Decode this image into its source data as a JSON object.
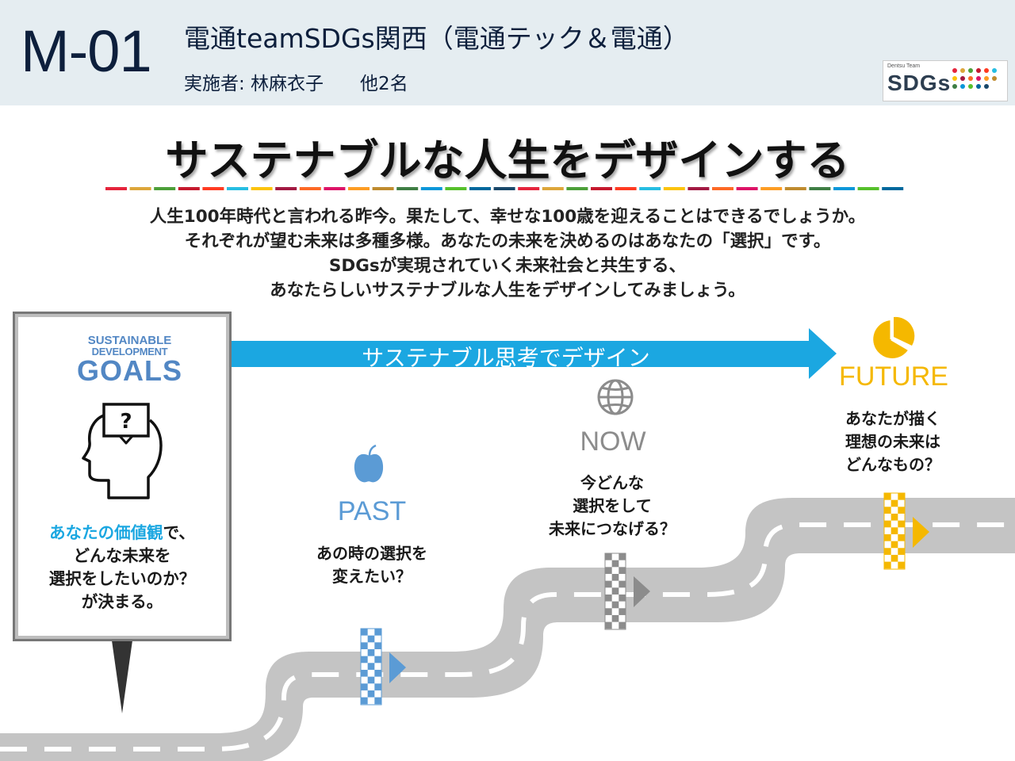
{
  "header": {
    "code": "M-01",
    "team": "電通teamSDGs関西（電通テック＆電通）",
    "implementer": "実施者: 林麻衣子　　他2名",
    "logo_small": "Dentsu Team",
    "logo_main": "SDGs"
  },
  "title": "サステナブルな人生をデザインする",
  "divider_colors": [
    "#e5243b",
    "#dda63a",
    "#4c9f38",
    "#c5192d",
    "#ff3a21",
    "#26bde2",
    "#fcc30b",
    "#a21942",
    "#fd6925",
    "#dd1367",
    "#fd9d24",
    "#bf8b2e",
    "#3f7e44",
    "#0a97d9",
    "#56c02b",
    "#00689d",
    "#19486a"
  ],
  "description": [
    "人生100年時代と言われる昨今。果たして、幸せな100歳を迎えることはできるでしょうか。",
    "それぞれが望む未来は多種多様。あなたの未来を決めるのはあなたの「選択」です。",
    "SDGsが実現されていく未来社会と共生する、",
    "あなたらしいサステナブルな人生をデザインしてみましょう。"
  ],
  "board": {
    "logo_line1": "SUSTAINABLE",
    "logo_line2": "DEVELOPMENT",
    "logo_line3": "GOALS",
    "text_highlight": "あなたの価値観",
    "text_rest1": "で、",
    "text_line2": "どんな未来を",
    "text_line3": "選択をしたいのか？",
    "text_line4": "が決まる。"
  },
  "arrow_label": "サステナブル思考でデザイン",
  "stages": {
    "past": {
      "label": "PAST",
      "question": [
        "あの時の選択を",
        "変えたい？"
      ],
      "color": "#5b9bd5",
      "icon": "apple-icon"
    },
    "now": {
      "label": "NOW",
      "question": [
        "今どんな",
        "選択をして",
        "未来につなげる？"
      ],
      "color": "#8c8c8c",
      "icon": "globe-icon"
    },
    "future": {
      "label": "FUTURE",
      "question": [
        "あなたが描く",
        "理想の未来は",
        "どんなもの？"
      ],
      "color": "#f5b800",
      "icon": "pie-chart-icon"
    }
  },
  "colors": {
    "arrow": "#1ba7e1",
    "road": "#c4c4c4",
    "highlight": "#1ba7e1"
  }
}
